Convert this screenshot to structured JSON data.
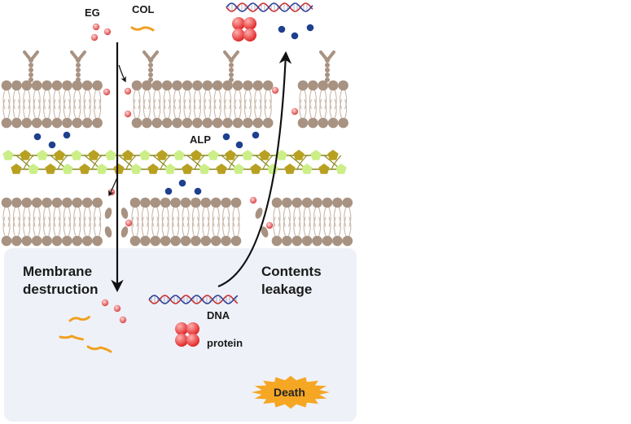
{
  "labels": {
    "eg": "EG",
    "col": "COL",
    "alp": "ALP",
    "membrane_destruction_line1": "Membrane",
    "membrane_destruction_line2": "destruction",
    "contents_leakage_line1": "Contents",
    "contents_leakage_line2": "leakage",
    "dna": "DNA",
    "protein": "protein",
    "death": "Death"
  },
  "colors": {
    "lipid_head": "#a89282",
    "lipid_tail": "#c9b8aa",
    "cytoplasm": "#eef1f8",
    "eg_particle": "#e05555",
    "col_fiber": "#f0a020",
    "alp_dot": "#1f3f8f",
    "peptidoglycan_green": "#ccee88",
    "peptidoglycan_olive": "#b8a020",
    "protein": "#ee3b3b",
    "dna_red": "#cc3333",
    "dna_blue": "#334499",
    "death_burst": "#f5a623",
    "arrow": "#111111"
  }
}
